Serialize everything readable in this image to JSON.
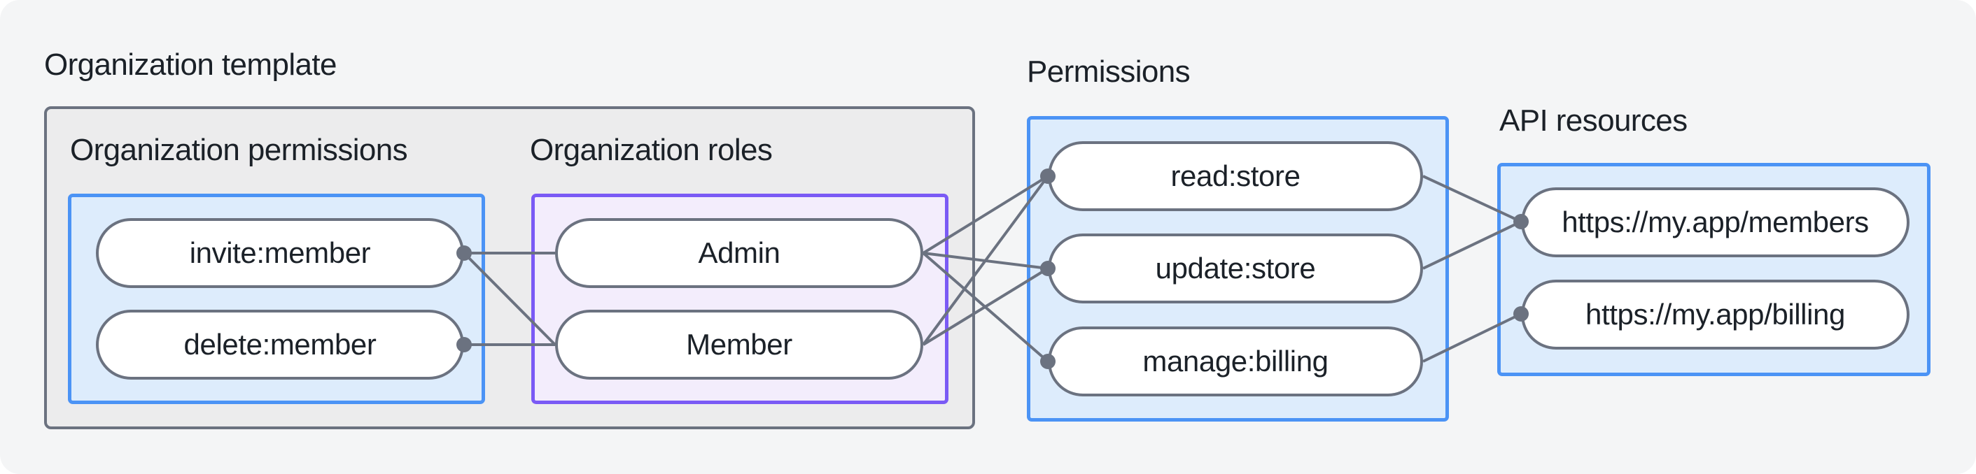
{
  "diagram": {
    "panel_background": "#f4f5f6",
    "wire_color": "#6b7280",
    "organization_template": {
      "label": "Organization template",
      "organization_permissions": {
        "label": "Organization permissions",
        "accent": "#4b93f5",
        "fill": "#ddecfc",
        "items": [
          "invite:member",
          "delete:member"
        ]
      },
      "organization_roles": {
        "label": "Organization roles",
        "accent": "#7a5af5",
        "fill": "#f3edfc",
        "items": [
          "Admin",
          "Member"
        ]
      }
    },
    "permissions": {
      "label": "Permissions",
      "accent": "#4b93f5",
      "fill": "#ddecfc",
      "items": [
        "read:store",
        "update:store",
        "manage:billing"
      ]
    },
    "api_resources": {
      "label": "API resources",
      "accent": "#4b93f5",
      "fill": "#ddecfc",
      "items": [
        "https://my.app/members",
        "https://my.app/billing"
      ]
    },
    "edges": [
      {
        "from": "invite:member",
        "to": "Admin"
      },
      {
        "from": "invite:member",
        "to": "Member"
      },
      {
        "from": "delete:member",
        "to": "Member"
      },
      {
        "from": "Admin",
        "to": "read:store"
      },
      {
        "from": "Admin",
        "to": "update:store"
      },
      {
        "from": "Admin",
        "to": "manage:billing"
      },
      {
        "from": "Member",
        "to": "read:store"
      },
      {
        "from": "Member",
        "to": "update:store"
      },
      {
        "from": "read:store",
        "to": "https://my.app/members"
      },
      {
        "from": "update:store",
        "to": "https://my.app/members"
      },
      {
        "from": "manage:billing",
        "to": "https://my.app/billing"
      }
    ]
  }
}
